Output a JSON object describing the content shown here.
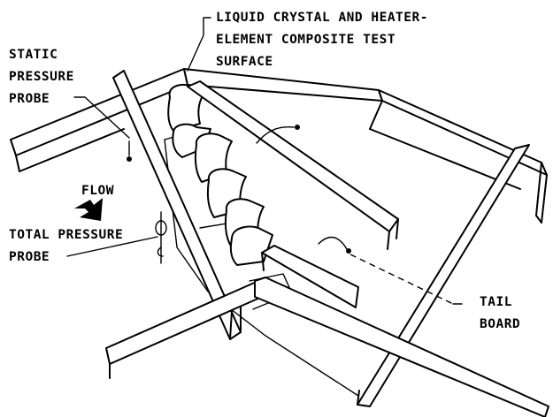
{
  "labels": {
    "test_surface": [
      "LIQUID CRYSTAL AND HEATER-",
      "ELEMENT COMPOSITE TEST",
      "SURFACE"
    ],
    "static_probe": [
      "STATIC",
      "PRESSURE",
      "PROBE"
    ],
    "flow": "FLOW",
    "total_probe": [
      "TOTAL PRESSURE",
      "PROBE"
    ],
    "tail_board": [
      "TAIL",
      "BOARD"
    ]
  },
  "colors": {
    "ink": "#000000",
    "paper": "#ffffff"
  },
  "icons": {
    "flow_arrow": "flow-arrow-icon"
  }
}
